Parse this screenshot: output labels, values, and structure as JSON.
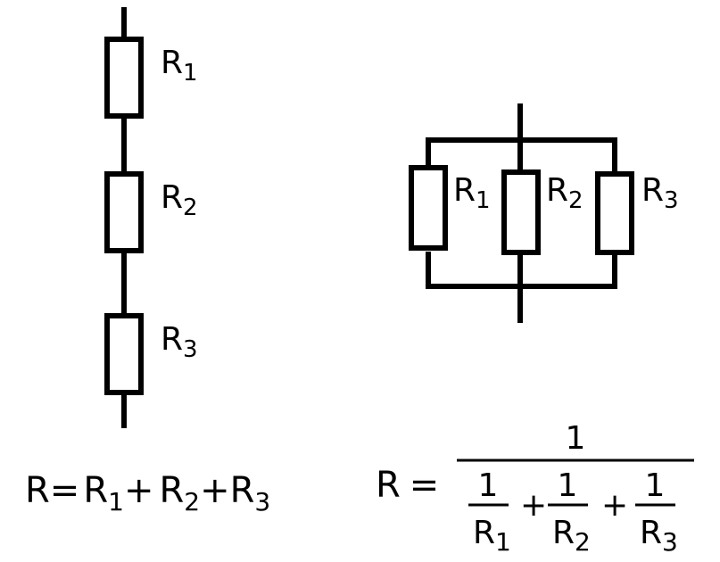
{
  "series_circuit": {
    "resistors": [
      {
        "letter": "R",
        "sub": "1"
      },
      {
        "letter": "R",
        "sub": "2"
      },
      {
        "letter": "R",
        "sub": "3"
      }
    ],
    "formula": {
      "lhs": "R",
      "eq": "=",
      "terms": [
        {
          "letter": "R",
          "sub": "1"
        },
        {
          "letter": "R",
          "sub": "2"
        },
        {
          "letter": "R",
          "sub": "3"
        }
      ],
      "op": "+"
    }
  },
  "parallel_circuit": {
    "resistors": [
      {
        "letter": "R",
        "sub": "1"
      },
      {
        "letter": "R",
        "sub": "2"
      },
      {
        "letter": "R",
        "sub": "3"
      }
    ],
    "formula": {
      "lhs": "R",
      "eq": "=",
      "numerator": "1",
      "terms": [
        {
          "num": "1",
          "letter": "R",
          "sub": "1"
        },
        {
          "num": "1",
          "letter": "R",
          "sub": "2"
        },
        {
          "num": "1",
          "letter": "R",
          "sub": "3"
        }
      ],
      "op": "+"
    }
  }
}
